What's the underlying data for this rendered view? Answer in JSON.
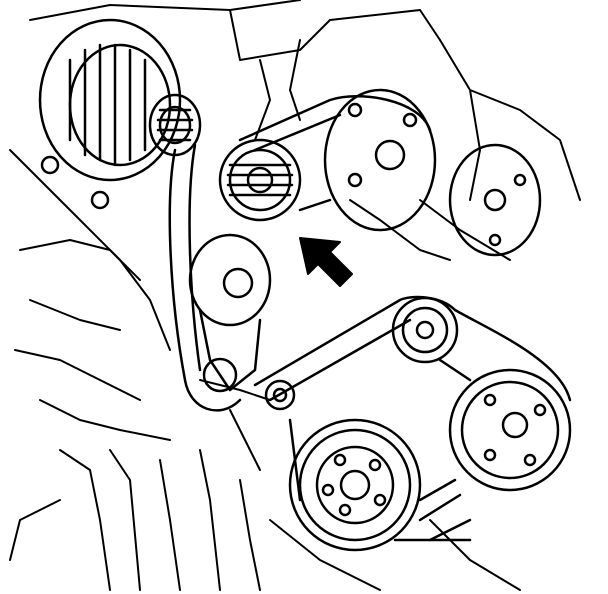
{
  "figure": {
    "background": "#ffffff",
    "line_color": "#000000",
    "arrow_color": "#000000",
    "components": [
      "alternator",
      "upper-idler-pulley",
      "belt-tensioner",
      "power-steering-pump-pulley",
      "right-idler-pulley",
      "lower-idler-pulley",
      "crankshaft-pulley",
      "ac-compressor-pulley",
      "engine-mount-bracket",
      "serpentine-belt"
    ],
    "arrow_direction": "up-left"
  }
}
